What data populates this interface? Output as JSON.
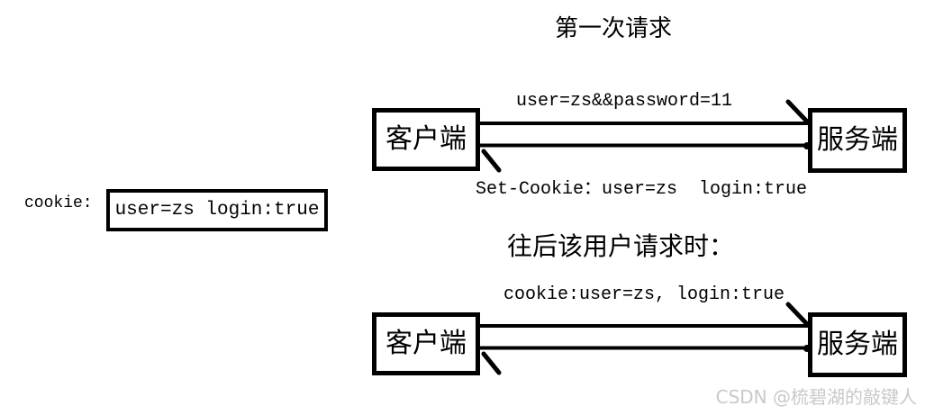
{
  "colors": {
    "background": "#ffffff",
    "ink": "#000000",
    "watermark": "#c9c9c9"
  },
  "titles": {
    "first_request": "第一次请求",
    "subsequent_request": "往后该用户请求时："
  },
  "cookie_store": {
    "label": "cookie:",
    "value": "user=zs login:true"
  },
  "diagram_first": {
    "client_label": "客户端",
    "server_label": "服务端",
    "request_label": "user=zs&&password=11",
    "response_label": "Set-Cookie：user=zs  login:true"
  },
  "diagram_subsequent": {
    "client_label": "客户端",
    "server_label": "服务端",
    "request_label": "cookie:user=zs, login:true"
  },
  "watermark": {
    "text": "CSDN @梳碧湖的敲键人"
  }
}
